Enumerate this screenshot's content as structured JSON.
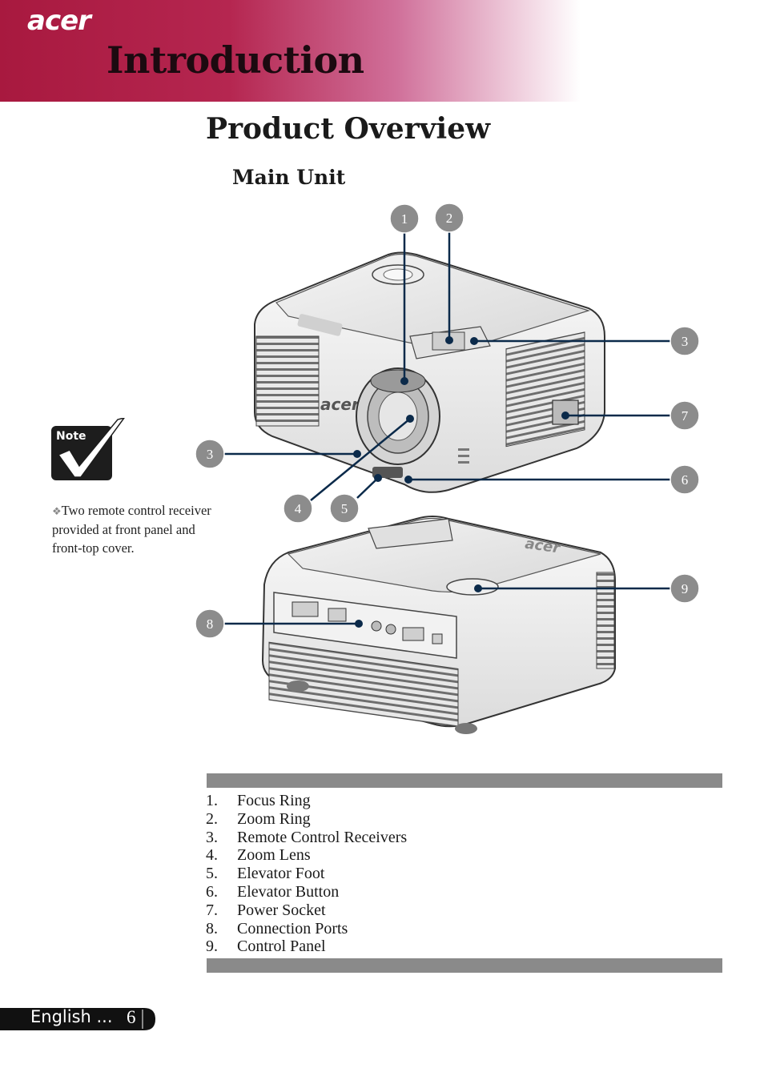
{
  "header": {
    "brand": "acer",
    "chapter_title": "Introduction"
  },
  "section_title": "Product Overview",
  "subsection_title": "Main Unit",
  "note": {
    "badge": "Note",
    "text": "Two remote control receiver provided at front panel and front-top cover."
  },
  "callouts": [
    "1",
    "2",
    "3",
    "7",
    "3",
    "6",
    "4",
    "5",
    "9",
    "8"
  ],
  "parts": [
    {
      "num": "1.",
      "label": "Focus Ring"
    },
    {
      "num": "2.",
      "label": "Zoom Ring"
    },
    {
      "num": "3.",
      "label": "Remote Control Receivers"
    },
    {
      "num": "4.",
      "label": "Zoom Lens"
    },
    {
      "num": "5.",
      "label": "Elevator Foot"
    },
    {
      "num": "6.",
      "label": "Elevator Button"
    },
    {
      "num": "7.",
      "label": "Power  Socket"
    },
    {
      "num": "8.",
      "label": "Connection Ports"
    },
    {
      "num": "9.",
      "label": "Control Panel"
    }
  ],
  "footer": {
    "language": "English ...",
    "page_number": "6"
  },
  "colors": {
    "header_red": "#a8193f",
    "leader_blue": "#0b2a4a",
    "callout_gray": "#8c8c8c",
    "bar_gray": "#8a8a8a"
  }
}
